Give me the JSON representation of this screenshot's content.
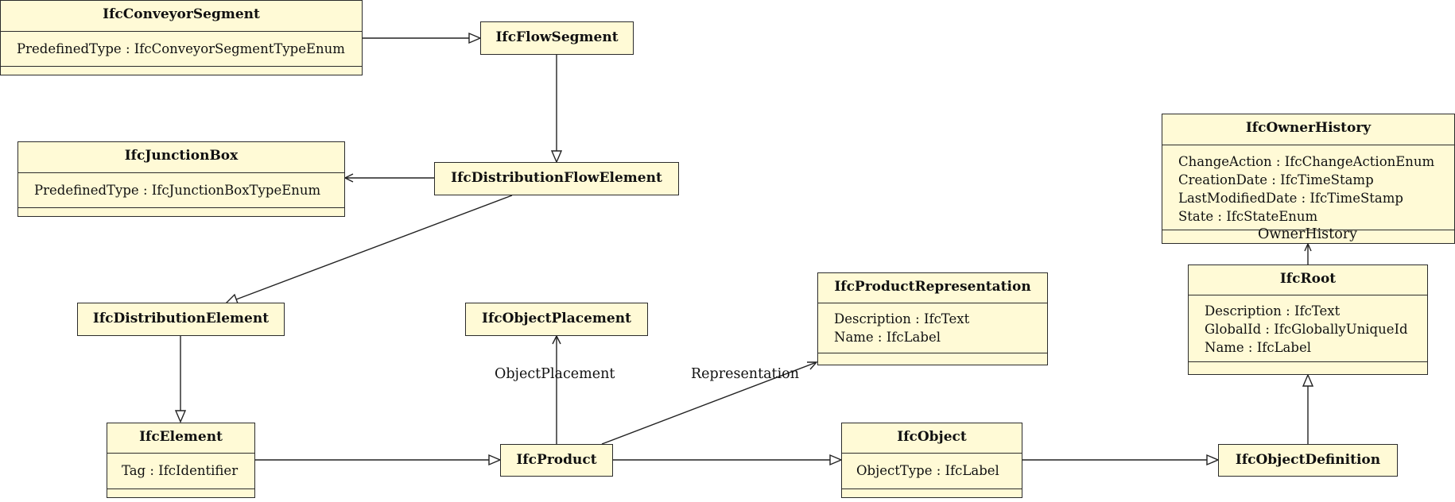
{
  "classes": {
    "conveyor_segment": {
      "name": "IfcConveyorSegment",
      "attributes": [
        "PredefinedType : IfcConveyorSegmentTypeEnum"
      ]
    },
    "flow_segment": {
      "name": "IfcFlowSegment",
      "attributes": []
    },
    "junction_box": {
      "name": "IfcJunctionBox",
      "attributes": [
        "PredefinedType : IfcJunctionBoxTypeEnum"
      ]
    },
    "distribution_flow_element": {
      "name": "IfcDistributionFlowElement",
      "attributes": []
    },
    "owner_history": {
      "name": "IfcOwnerHistory",
      "attributes": [
        "ChangeAction : IfcChangeActionEnum",
        "CreationDate : IfcTimeStamp",
        "LastModifiedDate : IfcTimeStamp",
        "State : IfcStateEnum"
      ]
    },
    "root": {
      "name": "IfcRoot",
      "attributes": [
        "Description : IfcText",
        "GlobalId : IfcGloballyUniqueId",
        "Name : IfcLabel"
      ]
    },
    "product_representation": {
      "name": "IfcProductRepresentation",
      "attributes": [
        "Description : IfcText",
        "Name : IfcLabel"
      ]
    },
    "distribution_element": {
      "name": "IfcDistributionElement",
      "attributes": []
    },
    "object_placement": {
      "name": "IfcObjectPlacement",
      "attributes": []
    },
    "element": {
      "name": "IfcElement",
      "attributes": [
        "Tag : IfcIdentifier"
      ]
    },
    "product": {
      "name": "IfcProduct",
      "attributes": []
    },
    "object": {
      "name": "IfcObject",
      "attributes": [
        "ObjectType : IfcLabel"
      ]
    },
    "object_definition": {
      "name": "IfcObjectDefinition",
      "attributes": []
    }
  },
  "relations": {
    "owner_history_label": "OwnerHistory",
    "object_placement_label": "ObjectPlacement",
    "representation_label": "Representation"
  }
}
